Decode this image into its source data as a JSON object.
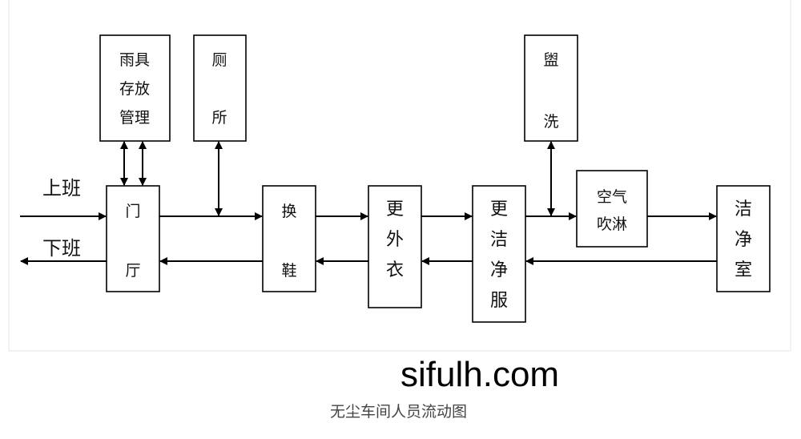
{
  "boxes": {
    "rain_gear": [
      "雨具",
      "存放",
      "管理"
    ],
    "toilet": [
      "厕",
      "所"
    ],
    "washroom": [
      "盥",
      "洗"
    ],
    "lobby": [
      "门",
      "厅"
    ],
    "shoes": [
      "换",
      "鞋"
    ],
    "coat": [
      "更",
      "外",
      "衣"
    ],
    "cleansuit": [
      "更",
      "洁",
      "净",
      "服"
    ],
    "airshower": [
      "空气",
      "吹淋"
    ],
    "cleanroom": [
      "洁",
      "净",
      "室"
    ]
  },
  "labels": {
    "on_duty": "上班",
    "off_duty": "下班"
  },
  "caption": "无尘车间人员流动图",
  "watermark": "sifulh.com"
}
